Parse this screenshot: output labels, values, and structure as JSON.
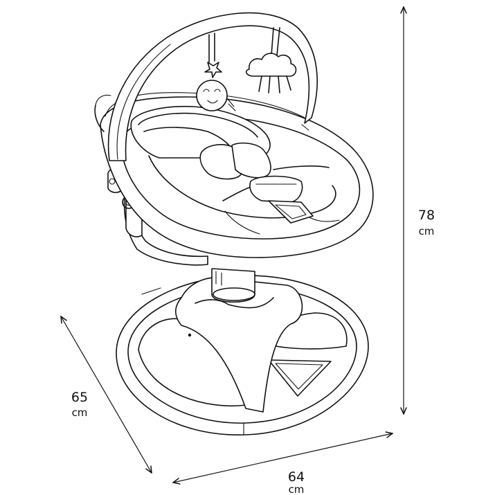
{
  "figure": {
    "subject_icon": "baby-swing-icon",
    "line_color": "#111111",
    "background": "#ffffff"
  },
  "dimensions": {
    "height": {
      "value": "78",
      "unit": "cm"
    },
    "depth": {
      "value": "65",
      "unit": "cm"
    },
    "width": {
      "value": "64",
      "unit": "cm"
    }
  }
}
